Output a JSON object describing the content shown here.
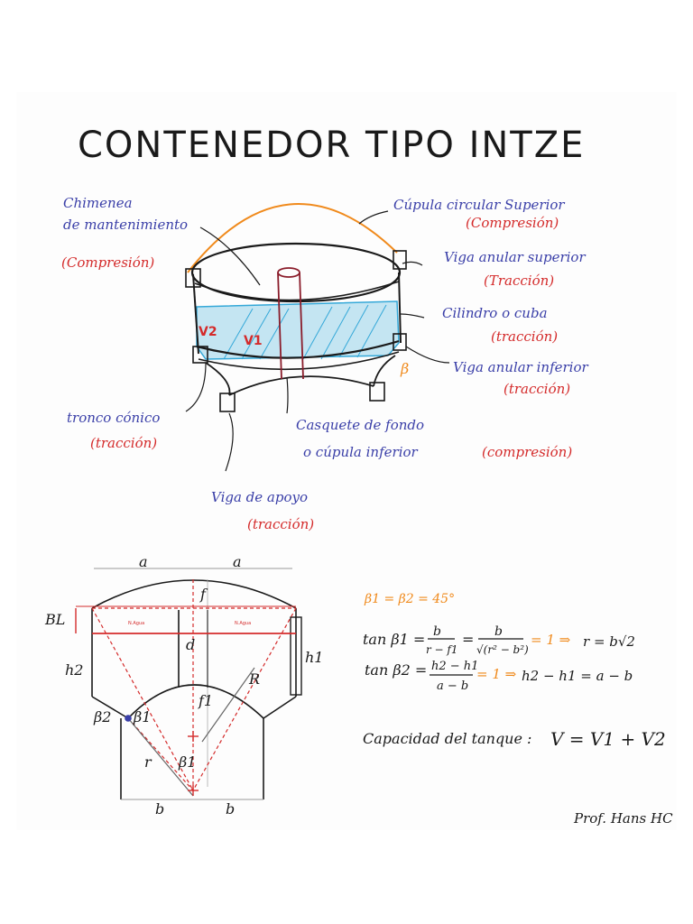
{
  "title": "CONTENEDOR TIPO INTZE",
  "labels": {
    "chimenea_1": "Chimenea",
    "chimenea_2": "de mantenimiento",
    "chimenea_force": "(Compresión)",
    "cupula_sup": "Cúpula circular Superior",
    "cupula_sup_force": "(Compresión)",
    "viga_sup": "Viga anular superior",
    "viga_sup_force": "(Tracción)",
    "cilindro": "Cilindro o cuba",
    "cilindro_force": "(tracción)",
    "viga_inf": "Viga anular inferior",
    "viga_inf_force": "(tracción)",
    "tronco": "tronco cónico",
    "tronco_force": "(tracción)",
    "casquete_1": "Casquete de fondo",
    "casquete_2": "o cúpula inferior",
    "casquete_force": "(compresión)",
    "viga_apoyo": "Viga de apoyo",
    "viga_apoyo_force": "(tracción)",
    "v1": "V1",
    "v2": "V2",
    "beta": "β"
  },
  "section": {
    "a_left": "a",
    "a_right": "a",
    "f": "f",
    "bl": "BL",
    "d": "d",
    "h1": "h1",
    "h2": "h2",
    "R": "R",
    "f1": "f1",
    "beta2": "β2",
    "beta1": "β1",
    "beta1_bottom": "β1",
    "r": "r",
    "b_left": "b",
    "b_right": "b",
    "nv_left": "N.Agua",
    "nv_right": "N.Agua"
  },
  "equations": {
    "angles": "β1 = β2 = 45°",
    "eq1_lhs": "tan β1 =",
    "eq1_frac1_num": "b",
    "eq1_frac1_den": "r − f1",
    "eq1_eq": "=",
    "eq1_frac2_num": "b",
    "eq1_frac2_den": "√(r² − b²)",
    "eq1_one": "= 1 ⇒",
    "eq1_result": "r = b√2",
    "eq2_lhs": "tan β2 =",
    "eq2_frac_num": "h2 − h1",
    "eq2_frac_den": "a − b",
    "eq2_one": "= 1 ⇒",
    "eq2_result": "h2 − h1 = a − b",
    "capacity_label": "Capacidad del tanque :",
    "capacity_eq": "V = V1 + V2"
  },
  "author": "Prof. Hans HC",
  "colors": {
    "blue": "#3a3fa8",
    "red": "#d42b2b",
    "orange": "#f08a1c",
    "dark": "#1a1a1a",
    "water": "#34a8d8",
    "maroon": "#8a1c2a"
  }
}
